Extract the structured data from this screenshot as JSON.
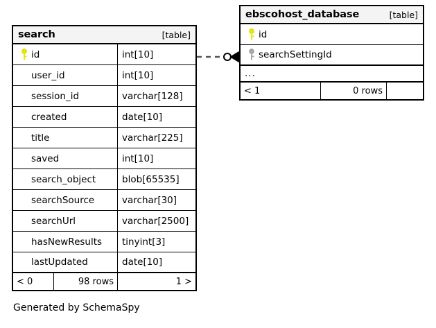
{
  "diagram": {
    "caption": "Generated by SchemaSpy",
    "table_tag": "[table]",
    "key_icon_primary": "key-icon",
    "key_icon_foreign": "key-icon",
    "relationship_icon": "zero-to-many-connector-icon",
    "colors": {
      "primary_key": "#e8e800",
      "foreign_key": "#9a9a9a",
      "border": "#000000",
      "header_bg": "#f4f4f4",
      "background": "#ffffff"
    }
  },
  "tables": [
    {
      "name": "search",
      "tag": "[table]",
      "columns": [
        {
          "key": "primary",
          "name": "id",
          "type": "int[10]"
        },
        {
          "key": "none",
          "name": "user_id",
          "type": "int[10]"
        },
        {
          "key": "none",
          "name": "session_id",
          "type": "varchar[128]"
        },
        {
          "key": "none",
          "name": "created",
          "type": "date[10]"
        },
        {
          "key": "none",
          "name": "title",
          "type": "varchar[225]"
        },
        {
          "key": "none",
          "name": "saved",
          "type": "int[10]"
        },
        {
          "key": "none",
          "name": "search_object",
          "type": "blob[65535]"
        },
        {
          "key": "none",
          "name": "searchSource",
          "type": "varchar[30]"
        },
        {
          "key": "none",
          "name": "searchUrl",
          "type": "varchar[2500]"
        },
        {
          "key": "none",
          "name": "hasNewResults",
          "type": "tinyint[3]"
        },
        {
          "key": "none",
          "name": "lastUpdated",
          "type": "date[10]"
        }
      ],
      "ellipsis": null,
      "footer": {
        "left": "< 0",
        "middle": "98 rows",
        "right": "1 >"
      }
    },
    {
      "name": "ebscohost_database",
      "tag": "[table]",
      "columns": [
        {
          "key": "primary",
          "name": "id",
          "type": ""
        },
        {
          "key": "foreign",
          "name": "searchSettingId",
          "type": ""
        }
      ],
      "ellipsis": "...",
      "footer": {
        "left": "< 1",
        "middle": "0 rows",
        "right": ""
      }
    }
  ]
}
